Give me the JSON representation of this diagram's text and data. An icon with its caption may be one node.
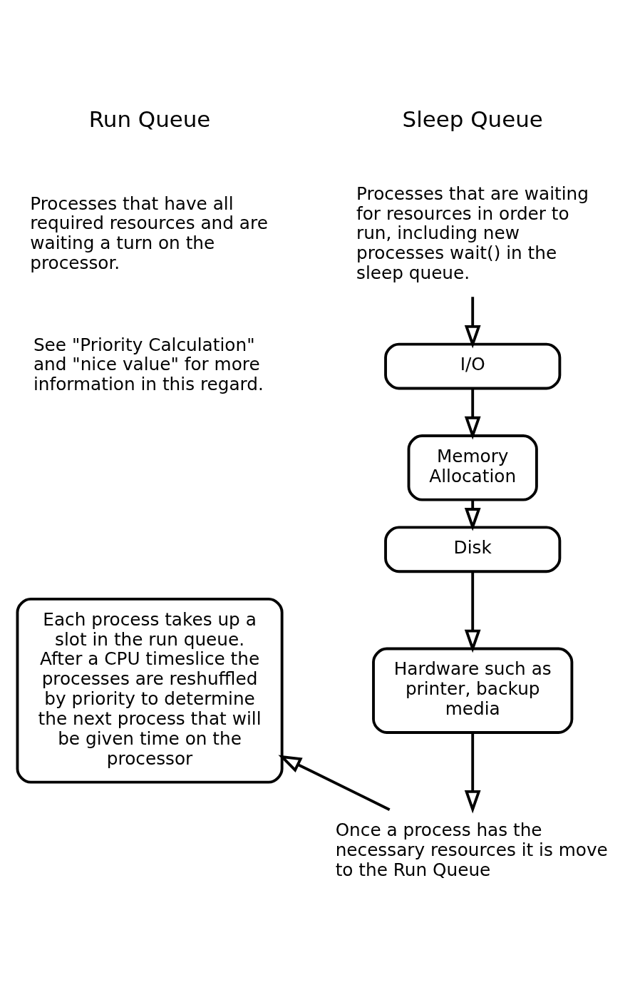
{
  "diagram": {
    "nodes": [
      {
        "text": [
          "Processes that are waiting for resources in order to run, including new processes wait() in the sleep queue."
        ]
      },
      {
        "text": [
          "I/O"
        ]
      },
      {
        "text": [
          "Memory Allocation"
        ]
      },
      {
        "text": [
          "Disk"
        ]
      },
      {
        "text": [
          "Hardware such as printer, backup media"
        ]
      },
      {
        "text": [
          "Once a process has the necessary resources it is move to the Run Queue"
        ]
      },
      {
        "text": [
          "Each process takes up a slot in the run queue. After a CPU timeslice the processes are reshuffled by priority to determine the next process that will be given time on the processor"
        ]
      }
    ],
    "edges": [
      {
        "from": 0,
        "to": 1,
        "arrow": "to"
      },
      {
        "from": 1,
        "to": 2,
        "arrow": "to"
      },
      {
        "from": 2,
        "to": 3,
        "arrow": "to"
      },
      {
        "from": 3,
        "to": 4,
        "arrow": "to"
      },
      {
        "from": 4,
        "to": 5,
        "arrow": "to"
      },
      {
        "from": 5,
        "to": 6,
        "arrow": "to"
      }
    ],
    "labels": [
      "Sleep Queue",
      "Run Queue",
      "Processes that have all required resources and are waiting a turn on the processor.",
      "See \"Priority Calculation\" and \"nice value\" for more information in this regard."
    ]
  }
}
